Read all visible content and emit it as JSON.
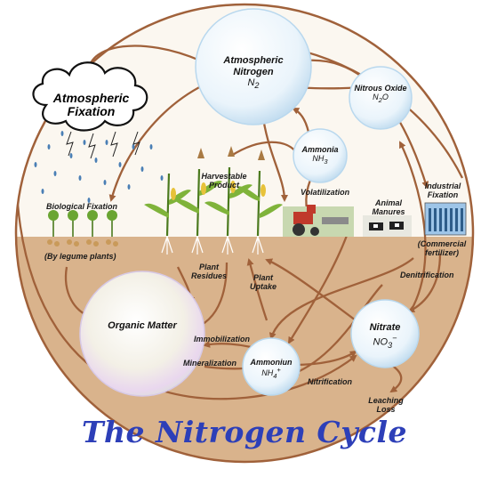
{
  "title": "The Nitrogen Cycle",
  "colors": {
    "title": "#2d3fb8",
    "soil": "#d9b38c",
    "sky": "#fbf7f0",
    "arrow": "#a0613a",
    "outline": "#a0613a",
    "bubble_fill": "#e9f4fb",
    "bubble_edge": "#b9d8ee"
  },
  "bubbles": {
    "atmospheric_nitrogen": {
      "name": "Atmospheric Nitrogen",
      "formula": "N2"
    },
    "nitrous_oxide": {
      "name": "Nitrous Oxide",
      "formula": "N2O"
    },
    "ammonia": {
      "name": "Ammonia",
      "formula": "NH3"
    },
    "organic_matter": {
      "name": "Organic Matter"
    },
    "ammonium": {
      "name": "Ammoniun",
      "formula": "NH4+"
    },
    "nitrate": {
      "name": "Nitrate",
      "formula": "NO3-"
    }
  },
  "cloud": {
    "label": "Atmospheric Fixation"
  },
  "labels": {
    "biological_fixation": "Biological Fixation",
    "legume_plants": "(By legume plants)",
    "harvestable_product": "Harvestable Product",
    "volatilization": "Volatilization",
    "animal_manures": "Animal Manures",
    "industrial_fixation": "Industrial Fixation",
    "commercial_fertilizer": "(Commercial fertilizer)",
    "denitrification": "Denitrification",
    "plant_residues": "Plant Residues",
    "plant_uptake": "Plant Uptake",
    "immobilization": "Immobilization",
    "mineralization": "Mineralization",
    "nitrification": "Nitrification",
    "leaching_loss": "Leaching Loss"
  },
  "icons": [
    "cloud-icon",
    "rain-icon",
    "crop-icon",
    "tractor-icon",
    "cow-icon",
    "factory-icon",
    "legume-icon"
  ]
}
